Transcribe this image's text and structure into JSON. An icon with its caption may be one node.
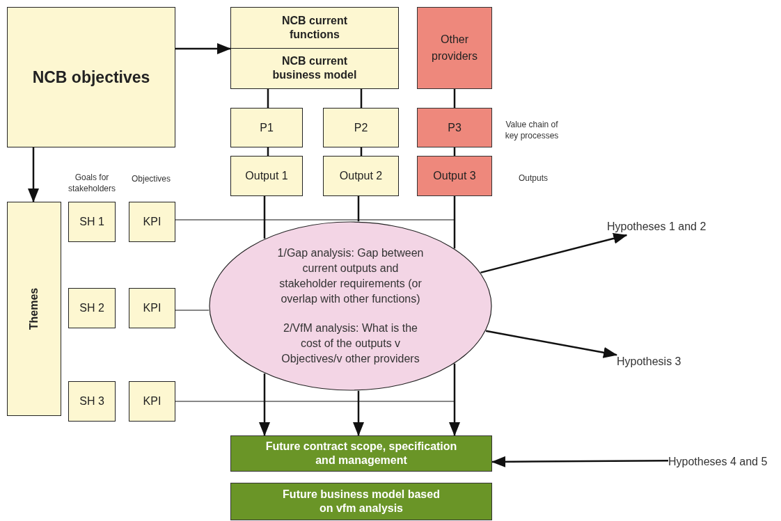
{
  "diagram": {
    "nodes": [
      {
        "text": [
          "NCB objectives"
        ]
      },
      {
        "text": [
          "NCB current functions",
          "NCB current business model"
        ]
      },
      {
        "text": [
          "Other providers"
        ]
      },
      {
        "text": [
          "P1"
        ]
      },
      {
        "text": [
          "P2"
        ]
      },
      {
        "text": [
          "P3"
        ]
      },
      {
        "text": [
          "Output 1"
        ]
      },
      {
        "text": [
          "Output 2"
        ]
      },
      {
        "text": [
          "Output 3"
        ]
      },
      {
        "text": [
          "Themes"
        ]
      },
      {
        "text": [
          "SH 1"
        ]
      },
      {
        "text": [
          "KPI"
        ]
      },
      {
        "text": [
          "SH 2"
        ]
      },
      {
        "text": [
          "KPI"
        ]
      },
      {
        "text": [
          "SH 3"
        ]
      },
      {
        "text": [
          "KPI"
        ]
      },
      {
        "text": [
          "1/Gap analysis: Gap between current outputs and stakeholder requirements (or overlap with other functions)",
          "2/VfM analysis: What is the cost of the outputs v Objectives/v other providers"
        ]
      },
      {
        "text": [
          "Future contract scope, specification and management"
        ]
      },
      {
        "text": [
          "Future business model based on vfm analysis"
        ]
      },
      {
        "text": [
          "Hypotheses 1 and 2"
        ]
      },
      {
        "text": [
          "Hypothesis 3"
        ]
      },
      {
        "text": [
          "Hypotheses 4 and 5"
        ]
      }
    ],
    "edges": [
      {
        "from": 0,
        "to": 1,
        "arrow": "to"
      },
      {
        "from": 0,
        "to": 9,
        "arrow": "to"
      },
      {
        "from": 1,
        "to": 3,
        "arrow": "none"
      },
      {
        "from": 1,
        "to": 4,
        "arrow": "none"
      },
      {
        "from": 2,
        "to": 5,
        "arrow": "none"
      },
      {
        "from": 3,
        "to": 6,
        "arrow": "none"
      },
      {
        "from": 4,
        "to": 7,
        "arrow": "none"
      },
      {
        "from": 5,
        "to": 8,
        "arrow": "none"
      },
      {
        "from": 6,
        "to": 16,
        "arrow": "none"
      },
      {
        "from": 7,
        "to": 16,
        "arrow": "none"
      },
      {
        "from": 8,
        "to": 16,
        "arrow": "none"
      },
      {
        "from": 16,
        "to": 17,
        "arrow": "to"
      },
      {
        "from": 16,
        "to": 17,
        "arrow": "to"
      },
      {
        "from": 16,
        "to": 17,
        "arrow": "to"
      },
      {
        "from": 11,
        "to": 16,
        "arrow": "none"
      },
      {
        "from": 13,
        "to": 16,
        "arrow": "none"
      },
      {
        "from": 15,
        "to": 16,
        "arrow": "none"
      },
      {
        "from": 16,
        "to": 19,
        "arrow": "to"
      },
      {
        "from": 16,
        "to": 20,
        "arrow": "to"
      },
      {
        "from": 21,
        "to": 17,
        "arrow": "to"
      }
    ],
    "labels": [
      "Goals for stakeholders",
      "Objectives",
      "Value chain of key processes",
      "Outputs"
    ]
  }
}
